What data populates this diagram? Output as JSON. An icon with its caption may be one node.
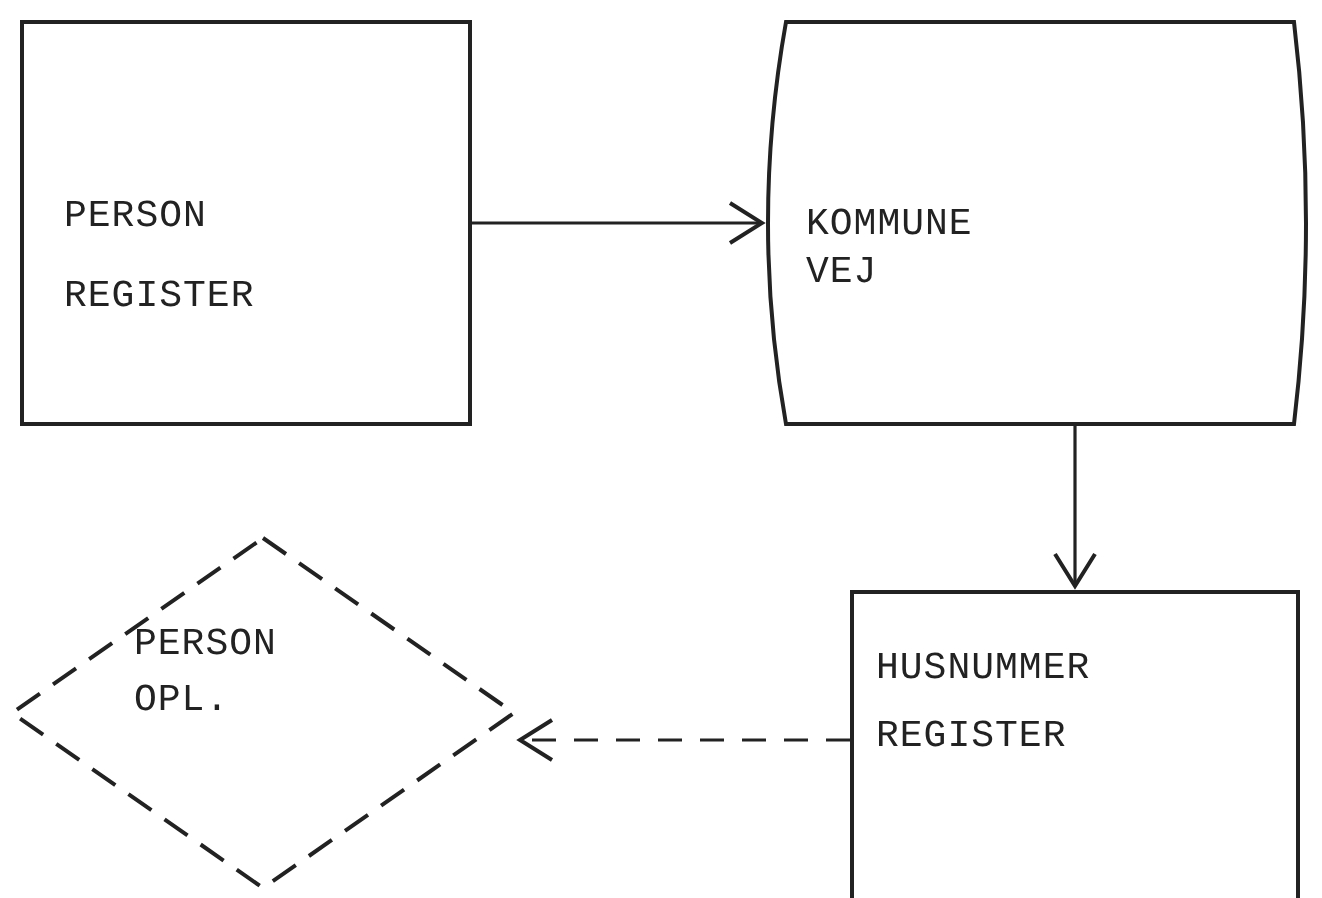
{
  "diagram": {
    "nodes": [
      {
        "text": [
          "PERSON REGISTER"
        ]
      },
      {
        "text": [
          "KOMMUNE VEJ"
        ]
      },
      {
        "text": [
          "HUSNUMMER REGISTER"
        ]
      },
      {
        "text": [
          "PERSON OPL."
        ]
      }
    ],
    "edges": [
      {
        "from": 0,
        "to": 1,
        "arrow": "to"
      },
      {
        "from": 1,
        "to": 2,
        "arrow": "to"
      },
      {
        "from": 2,
        "to": 3,
        "arrow": "to",
        "style": "dashed"
      }
    ]
  }
}
